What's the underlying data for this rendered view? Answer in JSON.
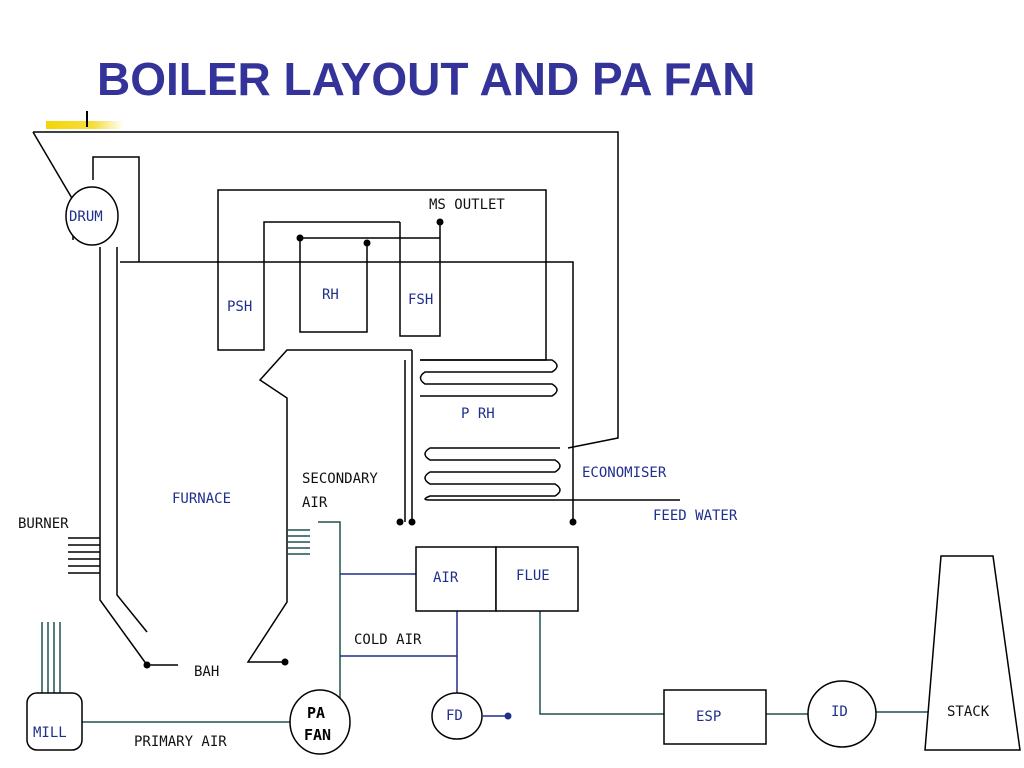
{
  "title": "BOILER LAYOUT AND PA FAN",
  "colors": {
    "title": "#33339A",
    "accent": "#F4D60A",
    "line": "#000000",
    "blue_line": "#1F2F8C",
    "teal_line": "#1E5151"
  },
  "diagram": {
    "labels": {
      "drum": "DRUM",
      "ms_outlet": "MS OUTLET",
      "psh": "PSH",
      "rh": "RH",
      "fsh": "FSH",
      "p_rh": "P RH",
      "economiser": "ECONOMISER",
      "feed_water": "FEED WATER",
      "furnace": "FURNACE",
      "burner": "BURNER",
      "secondary_air_line1": "SECONDARY",
      "secondary_air_line2": "AIR",
      "air": "AIR",
      "flue": "FLUE",
      "cold_air": "COLD AIR",
      "bah": "BAH",
      "pa_fan_line1": "PA",
      "pa_fan_line2": "FAN",
      "mill": "MILL",
      "primary_air": "PRIMARY AIR",
      "fd": "FD",
      "esp": "ESP",
      "id": "ID",
      "stack": "STACK"
    }
  }
}
